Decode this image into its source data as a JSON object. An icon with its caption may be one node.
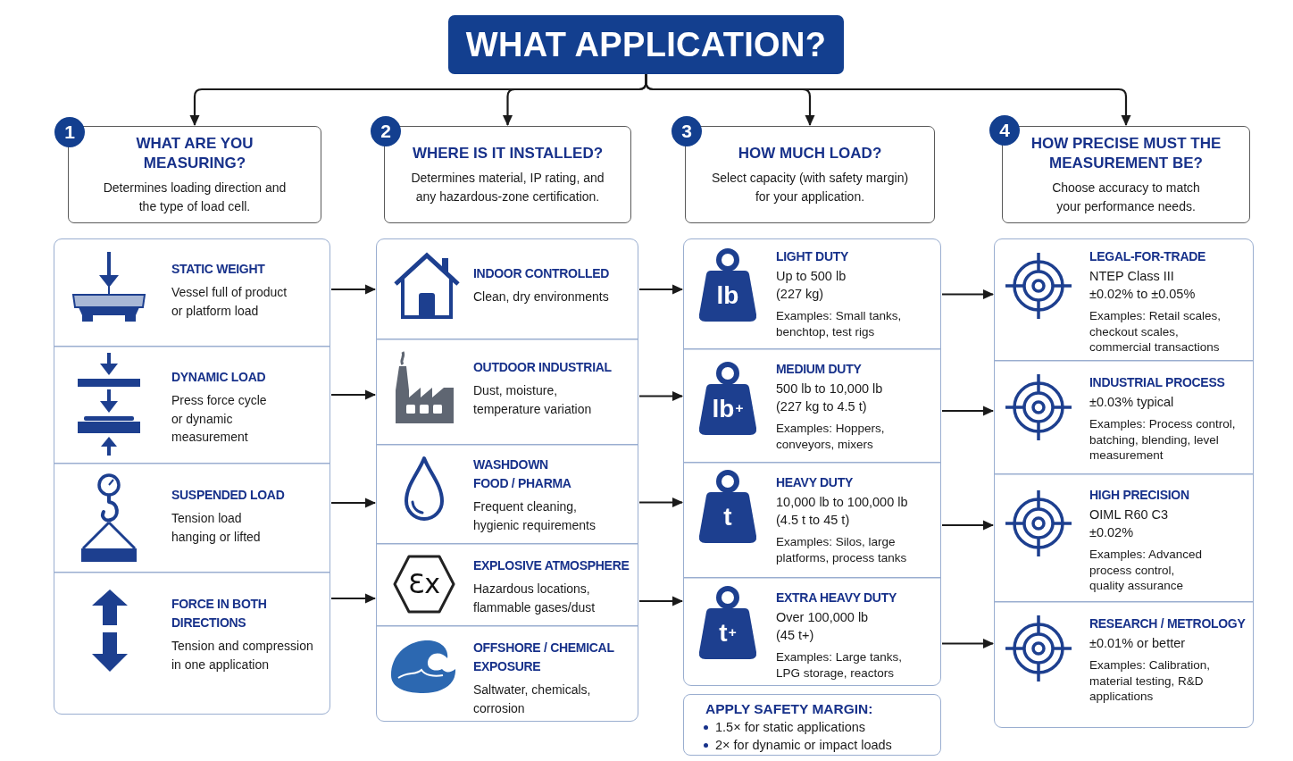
{
  "diagram": {
    "nodes": [
      {
        "text": [
          "WHAT APPLICATION?"
        ]
      },
      {
        "text": [
          "1"
        ]
      },
      {
        "text": [
          "WHAT ARE YOU MEASURING?",
          "Determines loading direction and the type of load cell."
        ]
      },
      {
        "text": [
          "2"
        ]
      },
      {
        "text": [
          "WHERE IS IT INSTALLED?",
          "Determines material, IP rating, and any hazardous-zone certification."
        ]
      },
      {
        "text": [
          "3"
        ]
      },
      {
        "text": [
          "HOW MUCH LOAD?",
          "Select capacity (with safety margin) for your application."
        ]
      },
      {
        "text": [
          "4"
        ]
      },
      {
        "text": [
          "HOW PRECISE MUST THE MEASUREMENT BE?",
          "Choose accuracy to match your performance needs."
        ]
      },
      {
        "text": [],
        "shape": "box"
      },
      {
        "text": [
          "STATIC WEIGHT",
          "Vessel full of product or platform load"
        ],
        "in": 9
      },
      {
        "text": [
          "DYNAMIC LOAD",
          "Press force cycle or dynamic measurement"
        ],
        "in": 9
      },
      {
        "text": [
          "SUSPENDED LOAD",
          "Tension load hanging or lifted"
        ],
        "in": 9
      },
      {
        "text": [
          "FORCE IN BOTH DIRECTIONS",
          "Tension and compression in one application"
        ],
        "in": 9
      },
      {
        "text": [],
        "shape": "box"
      },
      {
        "text": [
          "INDOOR CONTROLLED",
          "Clean, dry environments"
        ],
        "in": 14
      },
      {
        "text": [
          "OUTDOOR INDUSTRIAL",
          "Dust, moisture, temperature variation"
        ],
        "in": 14
      },
      {
        "text": [
          "WASHDOWN FOOD / PHARMA",
          "Frequent cleaning, hygienic requirements"
        ],
        "in": 14
      },
      {
        "text": [
          "EXPLOSIVE ATMOSPHERE",
          "Hazardous locations, flammable gases/dust"
        ],
        "in": 14
      },
      {
        "text": [
          "Ɛx"
        ],
        "in": 18
      },
      {
        "text": [
          "OFFSHORE / CHEMICAL EXPOSURE",
          "Saltwater, chemicals, corrosion"
        ],
        "in": 14
      },
      {
        "text": [],
        "shape": "box"
      },
      {
        "text": [
          "LIGHT DUTY",
          "Up to 500 lb (227 kg)",
          "Examples: Small tanks, benchtop, test rigs"
        ],
        "in": 21
      },
      {
        "text": [
          "lb"
        ],
        "in": 22
      },
      {
        "text": [
          "MEDIUM DUTY",
          "500 lb to 10,000 lb (227 kg to 4.5 t)",
          "Examples: Hoppers, conveyors, mixers"
        ],
        "in": 21
      },
      {
        "text": [
          "lb$^{+}$"
        ],
        "in": 24
      },
      {
        "text": [
          "HEAVY DUTY",
          "10,000 lb to 100,000 lb (4.5 t to 45 t)",
          "Examples: Silos, large platforms, process tanks"
        ],
        "in": 21
      },
      {
        "text": [
          "t"
        ],
        "in": 26
      },
      {
        "text": [
          "EXTRA HEAVY DUTY",
          "Over 100,000 lb (45 t+)",
          "Examples: Large tanks, LPG storage, reactors"
        ],
        "in": 21
      },
      {
        "text": [
          "t$^{+}$"
        ],
        "in": 28
      },
      {
        "text": [
          "APPLY SAFETY MARGIN:",
          "1.5× for static applications",
          "2× for dynamic or impact loads"
        ]
      },
      {
        "text": [],
        "shape": "box"
      },
      {
        "text": [
          "LEGAL-FOR-TRADE",
          "NTEP Class III ±0.02% to ±0.05%",
          "Examples: Retail scales, checkout scales, commercial transactions"
        ],
        "in": 31
      },
      {
        "text": [
          "INDUSTRIAL PROCESS",
          "±0.03% typical",
          "Examples: Process control, batching, blending, level measurement"
        ],
        "in": 31
      },
      {
        "text": [
          "HIGH PRECISION",
          "OIML R60 C3 ±0.02%",
          "Examples: Advanced process control, quality assurance"
        ],
        "in": 31
      },
      {
        "text": [
          "RESEARCH / METROLOGY",
          "±0.01% or better",
          "Examples: Calibration, material testing, R&D applications"
        ],
        "in": 31
      }
    ],
    "edges": [
      {
        "from": 0,
        "to": 2,
        "arrow": "to"
      },
      {
        "from": 0,
        "to": 4,
        "arrow": "to"
      },
      {
        "from": 0,
        "to": 6,
        "arrow": "to"
      },
      {
        "from": 0,
        "to": 8,
        "arrow": "to"
      },
      {
        "from": 10,
        "to": 15,
        "arrow": "to"
      },
      {
        "from": 11,
        "to": 16,
        "arrow": "to"
      },
      {
        "from": 12,
        "to": 17,
        "arrow": "to"
      },
      {
        "from": 13,
        "to": 18,
        "arrow": "to"
      },
      {
        "from": 15,
        "to": 22,
        "arrow": "to"
      },
      {
        "from": 16,
        "to": 24,
        "arrow": "to"
      },
      {
        "from": 17,
        "to": 26,
        "arrow": "to"
      },
      {
        "from": 18,
        "to": 28,
        "arrow": "to"
      },
      {
        "from": 22,
        "to": 32,
        "arrow": "to"
      },
      {
        "from": 24,
        "to": 33,
        "arrow": "to"
      },
      {
        "from": 26,
        "to": 34,
        "arrow": "to"
      },
      {
        "from": 28,
        "to": 35,
        "arrow": "to"
      }
    ]
  }
}
